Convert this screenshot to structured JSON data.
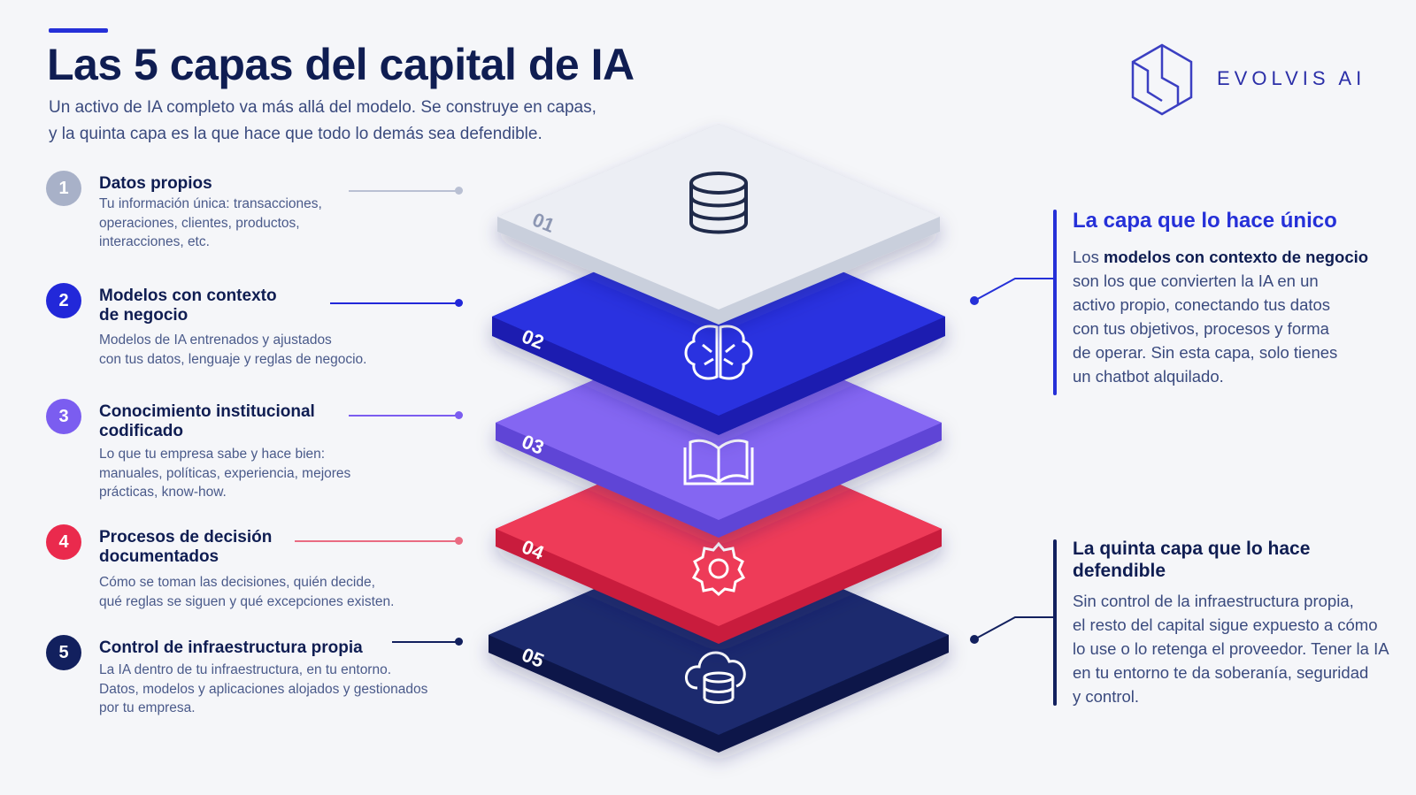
{
  "header": {
    "title": "Las 5 capas del capital de IA",
    "subtitle_lines": [
      "Un activo de IA completo va más allá del modelo. Se construye en capas,",
      "y la quinta capa es la que hace que todo lo demás sea defendible."
    ]
  },
  "brand": {
    "name": "EVOLVIS AI",
    "color": "#2b2fa8"
  },
  "layers": [
    {
      "number": "1",
      "label": "01",
      "title_lines": [
        "Datos propios"
      ],
      "desc_lines": [
        "Tu información única: transacciones,",
        "operaciones, clientes, productos,",
        "interacciones, etc."
      ],
      "color": "#a8b1c8",
      "icon": "database-icon"
    },
    {
      "number": "2",
      "label": "02",
      "title_lines": [
        "Modelos con contexto",
        "de negocio"
      ],
      "desc_lines": [
        "Modelos de IA entrenados y ajustados",
        "con tus datos, lenguaje y reglas de negocio."
      ],
      "color": "#2228d9",
      "icon": "brain-icon"
    },
    {
      "number": "3",
      "label": "03",
      "title_lines": [
        "Conocimiento institucional",
        "codificado"
      ],
      "desc_lines": [
        "Lo que tu empresa sabe y hace bien:",
        "manuales, políticas, experiencia, mejores",
        "prácticas, know-how."
      ],
      "color": "#7b5df0",
      "icon": "book-icon"
    },
    {
      "number": "4",
      "label": "04",
      "title_lines": [
        "Procesos de decisión",
        "documentados"
      ],
      "desc_lines": [
        "Cómo se toman las decisiones, quién decide,",
        "qué reglas se siguen y qué excepciones existen."
      ],
      "color": "#ea2a4d",
      "icon": "gear-icon"
    },
    {
      "number": "5",
      "label": "05",
      "title_lines": [
        "Control de infraestructura propia"
      ],
      "desc_lines": [
        "La IA dentro de tu infraestructura, en tu entorno.",
        "Datos, modelos y aplicaciones alojados y gestionados",
        "por tu empresa."
      ],
      "color": "#12205e",
      "icon": "cloud-database-icon"
    }
  ],
  "callouts": {
    "unique": {
      "title_lines": [
        "La capa que lo hace único"
      ],
      "body_bold": "modelos con contexto de negocio",
      "body_lines": [
        "son los que convierten la IA en un",
        "activo propio, conectando tus datos",
        "con tus objetivos, procesos y forma",
        "de operar. Sin esta capa, solo tienes",
        "un chatbot alquilado."
      ],
      "body_prefix": "Los ",
      "color": "#2530d8"
    },
    "defensible": {
      "title_lines": [
        "La quinta capa que lo hace",
        "defendible"
      ],
      "body_lines": [
        "Sin control de la infraestructura propia,",
        "el resto del capital sigue expuesto a cómo",
        "lo use o lo retenga el proveedor. Tener la IA",
        "en tu entorno te da soberanía, seguridad",
        "y control."
      ],
      "color": "#12205e"
    }
  }
}
